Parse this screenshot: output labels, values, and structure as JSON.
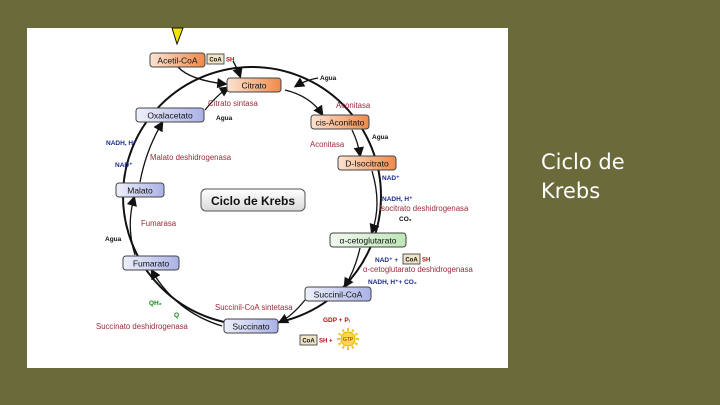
{
  "slide": {
    "title": "Ciclo de\nKrebs"
  },
  "diagram": {
    "center_label": "Ciclo de Krebs",
    "nodes": [
      {
        "id": "acetil",
        "label": "Acetil-CoA"
      },
      {
        "id": "citrato",
        "label": "Citrato"
      },
      {
        "id": "cisacon",
        "label": "cis-Aconitato"
      },
      {
        "id": "disocit",
        "label": "D-Isocitrato"
      },
      {
        "id": "acetoglu",
        "label": "α-cetoglutarato"
      },
      {
        "id": "succcoa",
        "label": "Succinil-CoA"
      },
      {
        "id": "succinato",
        "label": "Succinato"
      },
      {
        "id": "fumarato",
        "label": "Fumarato"
      },
      {
        "id": "malato",
        "label": "Malato"
      },
      {
        "id": "oxala",
        "label": "Oxalacetato"
      }
    ],
    "enzymes": [
      {
        "id": "citrato-sintasa",
        "text": "Citrato sintasa"
      },
      {
        "id": "aconitasa-1",
        "text": "Aconitasa"
      },
      {
        "id": "aconitasa-2",
        "text": "Aconitasa"
      },
      {
        "id": "isocitrato-dh",
        "text": "Isocitrato deshidrogenasa"
      },
      {
        "id": "acetoglutarato-dh",
        "text": "α-cetoglutarato deshidrogenasa"
      },
      {
        "id": "succinil-sintetasa",
        "text": "Succinil-CoA sintetasa"
      },
      {
        "id": "succinato-dh",
        "text": "Succinato deshidrogenasa"
      },
      {
        "id": "fumarasa",
        "text": "Fumarasa"
      },
      {
        "id": "malato-dh",
        "text": "Malato deshidrogenasa"
      }
    ],
    "cofactors": [
      {
        "id": "agua-1",
        "text": "Agua",
        "color": "#111111"
      },
      {
        "id": "agua-2",
        "text": "Agua",
        "color": "#111111"
      },
      {
        "id": "agua-3",
        "text": "Agua",
        "color": "#111111"
      },
      {
        "id": "agua-4",
        "text": "Agua",
        "color": "#111111"
      },
      {
        "id": "nad-1",
        "text": "NAD⁺",
        "color": "#1a2a8a"
      },
      {
        "id": "nadh-1",
        "text": "NADH, H⁺",
        "color": "#1a2a8a"
      },
      {
        "id": "co2-1",
        "text": "CO₂",
        "color": "#111111"
      },
      {
        "id": "nad-2",
        "text": "NAD⁺ +",
        "color": "#1a2a8a"
      },
      {
        "id": "nadh-2",
        "text": "NADH, H⁺+ CO₂",
        "color": "#1a2a8a"
      },
      {
        "id": "gdp",
        "text": "GDP + Pᵢ",
        "color": "#b01010"
      },
      {
        "id": "qh2",
        "text": "QH₂",
        "color": "#118811"
      },
      {
        "id": "q",
        "text": "Q",
        "color": "#118811"
      },
      {
        "id": "nad-3",
        "text": "NAD⁺",
        "color": "#1a2a8a"
      },
      {
        "id": "nadh-3",
        "text": "NADH, H⁺",
        "color": "#1a2a8a"
      }
    ],
    "coa_boxes": [
      {
        "id": "coa-sh-1",
        "coa": "CoA",
        "sh": "SH"
      },
      {
        "id": "coa-sh-2",
        "coa": "CoA",
        "sh": "SH"
      },
      {
        "id": "coa-sh-3",
        "coa": "CoA",
        "sh": "SH +"
      }
    ],
    "gtp_label": "GTP",
    "colors": {
      "orange_node": "#f5a06a",
      "blue_node": "#c8cdee",
      "green_node": "#d6f0d2",
      "enzyme_text": "#9a2a3a",
      "arrow": "#111111",
      "panel": "#ffffff",
      "background": "#6b6a3a"
    }
  }
}
